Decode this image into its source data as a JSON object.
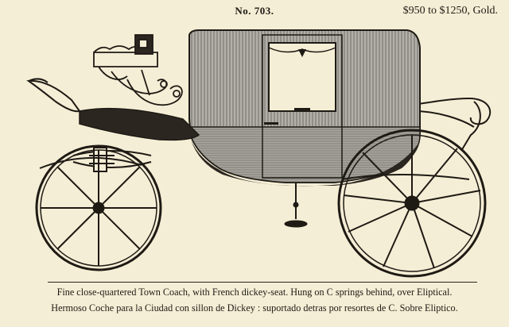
{
  "header": {
    "number": "No. 703.",
    "price": "$950 to $1250, Gold."
  },
  "caption": {
    "english": "Fine close-quartered Town Coach, with French dickey-seat.  Hung on C springs behind, over Eliptical.",
    "spanish": "Hermoso Coche para la Ciudad con sillon de Dickey : suportado detras por resortes de C. Sobre Eliptico."
  },
  "palette": {
    "paper": "#f5eed6",
    "ink": "#1e1a14",
    "body_gray": "#9c9a94",
    "dark_panel": "#2b2620"
  }
}
